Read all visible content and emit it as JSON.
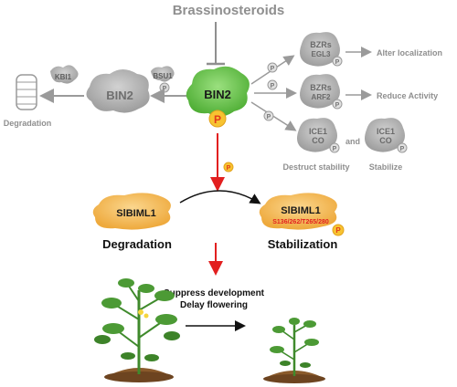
{
  "title": "Brassinosteroids",
  "labels": {
    "kbi1": "KBI1",
    "bin2_inactive": "BIN2",
    "bsu1": "BSU1",
    "bin2_active": "BIN2",
    "degradation_left": "Degradation",
    "phospho": "P",
    "bzrs_egl3_line1": "BZRs",
    "bzrs_egl3_line2": "EGL3",
    "alter_localization": "Alter localization",
    "bzrs_arf2_line1": "BZRs",
    "bzrs_arf2_line2": "ARF2",
    "reduce_activity": "Reduce Activity",
    "ice1_co_line1": "ICE1",
    "ice1_co_line2": "CO",
    "and": "and",
    "destruct_stability": "Destruct stability",
    "stabilize": "Stabilize",
    "slbiml1": "SlBIML1",
    "sites": "S136/262/T265/280",
    "degradation_mid": "Degradation",
    "stabilization": "Stabilization",
    "suppress_line1": "Suppress development",
    "suppress_line2": "Delay flowering"
  },
  "colors": {
    "grey_protein": "#b9b9b9",
    "bin2_green": "#6dc94f",
    "slbiml1_orange": "#f6c163",
    "phospho_yellow": "#f7c331",
    "phospho_red": "#e23a1b",
    "red_arrow": "#e21f1f",
    "soil": "#8a5a2b",
    "plant_green": "#3f8a2c"
  }
}
